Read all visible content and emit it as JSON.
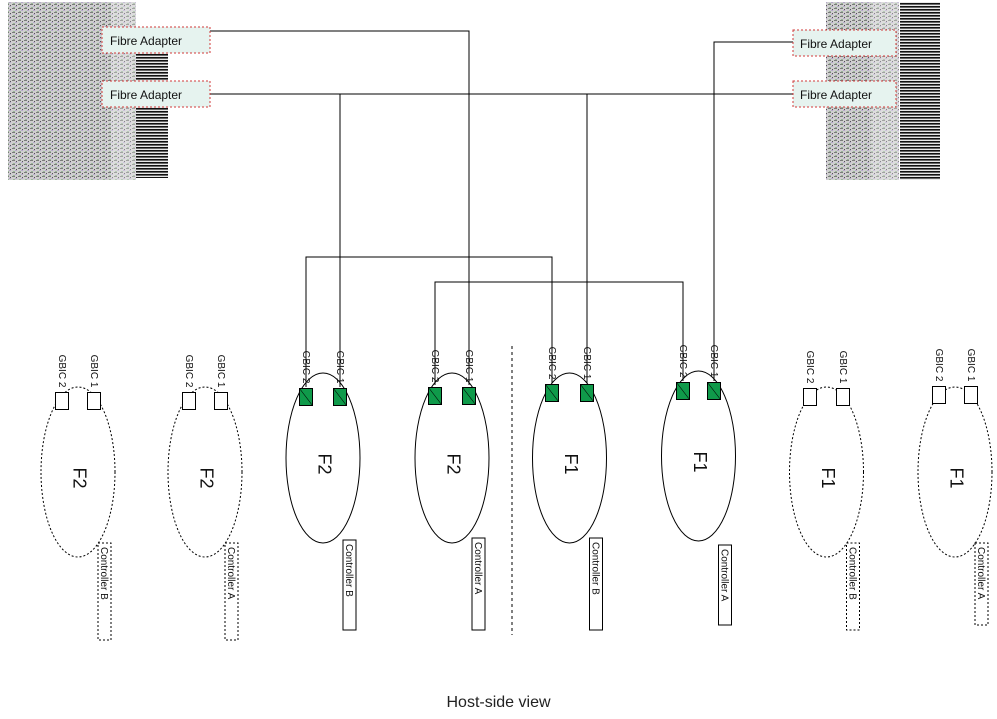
{
  "diagram": {
    "caption": "Host-side view",
    "hosts": [
      {
        "id": "host-left",
        "adapters": [
          {
            "label": "Fibre Adapter"
          },
          {
            "label": "Fibre Adapter"
          }
        ]
      },
      {
        "id": "host-right",
        "adapters": [
          {
            "label": "Fibre Adapter"
          },
          {
            "label": "Fibre Adapter"
          }
        ]
      }
    ],
    "controllers": [
      {
        "loop": "F2",
        "controller": "Controller B",
        "gbic2": "GBIC 2",
        "gbic1": "GBIC 1",
        "active": false
      },
      {
        "loop": "F2",
        "controller": "Controller A",
        "gbic2": "GBIC 2",
        "gbic1": "GBIC 1",
        "active": false
      },
      {
        "loop": "F2",
        "controller": "Controller B",
        "gbic2": "GBIC 2",
        "gbic1": "GBIC 1",
        "active": true
      },
      {
        "loop": "F2",
        "controller": "Controller A",
        "gbic2": "GBIC 2",
        "gbic1": "GBIC 1",
        "active": true
      },
      {
        "loop": "F1",
        "controller": "Controller B",
        "gbic2": "GBIC 2",
        "gbic1": "GBIC 1",
        "active": true
      },
      {
        "loop": "F1",
        "controller": "Controller A",
        "gbic2": "GBIC 2",
        "gbic1": "GBIC 1",
        "active": true
      },
      {
        "loop": "F1",
        "controller": "Controller B",
        "gbic2": "GBIC 2",
        "gbic1": "GBIC 1",
        "active": false
      },
      {
        "loop": "F1",
        "controller": "Controller A",
        "gbic2": "GBIC 2",
        "gbic1": "GBIC 1",
        "active": false
      }
    ],
    "colors": {
      "gbic_active": "#0f9a4a",
      "adapter_fill": "#e6f3ef",
      "adapter_border": "#d23a3a",
      "line": "#000000"
    }
  }
}
